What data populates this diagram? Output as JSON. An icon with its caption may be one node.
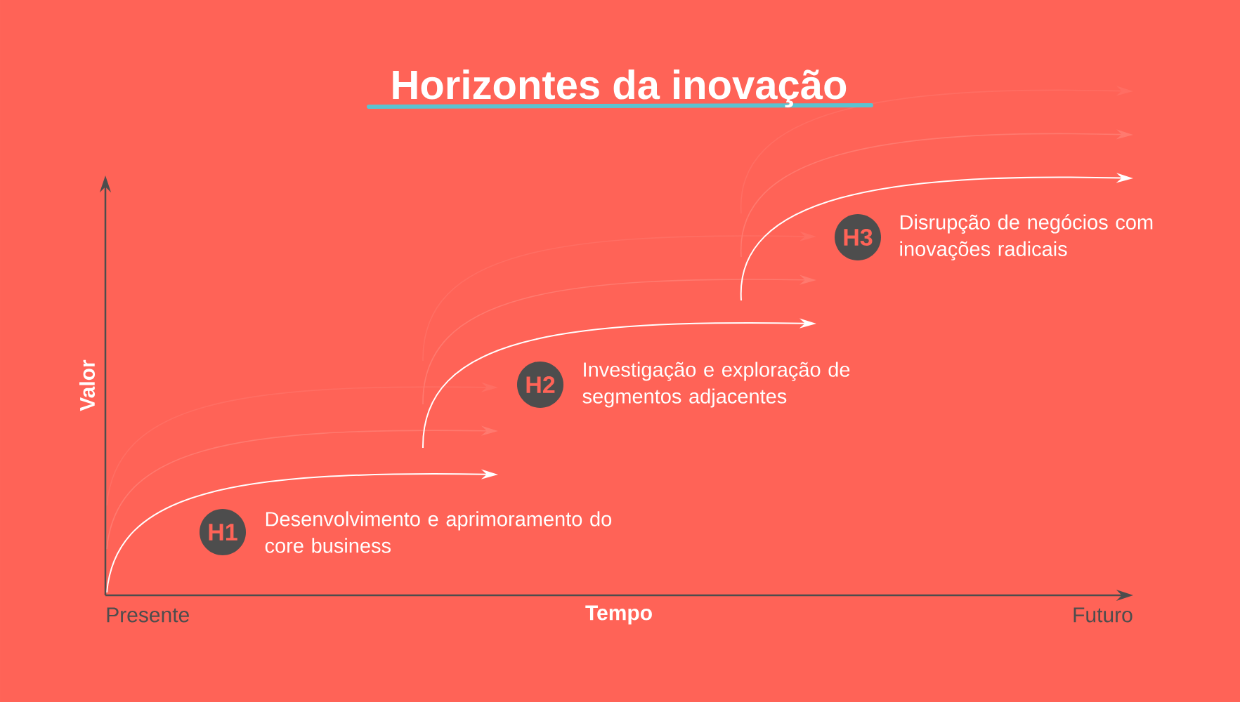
{
  "diagram": {
    "title": "Horizontes da inovação",
    "nodes": [
      {
        "text": [
          "H1"
        ],
        "beside": [
          "Desenvolvimento e aprimoramento do core business"
        ]
      },
      {
        "text": [
          "H2"
        ],
        "beside": [
          "Investigação e exploração de segmentos adjacentes"
        ]
      },
      {
        "text": [
          "H3"
        ],
        "beside": [
          "Disrupção de negócios com inovações radicais"
        ]
      }
    ],
    "labels": [
      "Valor",
      "Presente",
      "Tempo",
      "Futuro"
    ]
  }
}
